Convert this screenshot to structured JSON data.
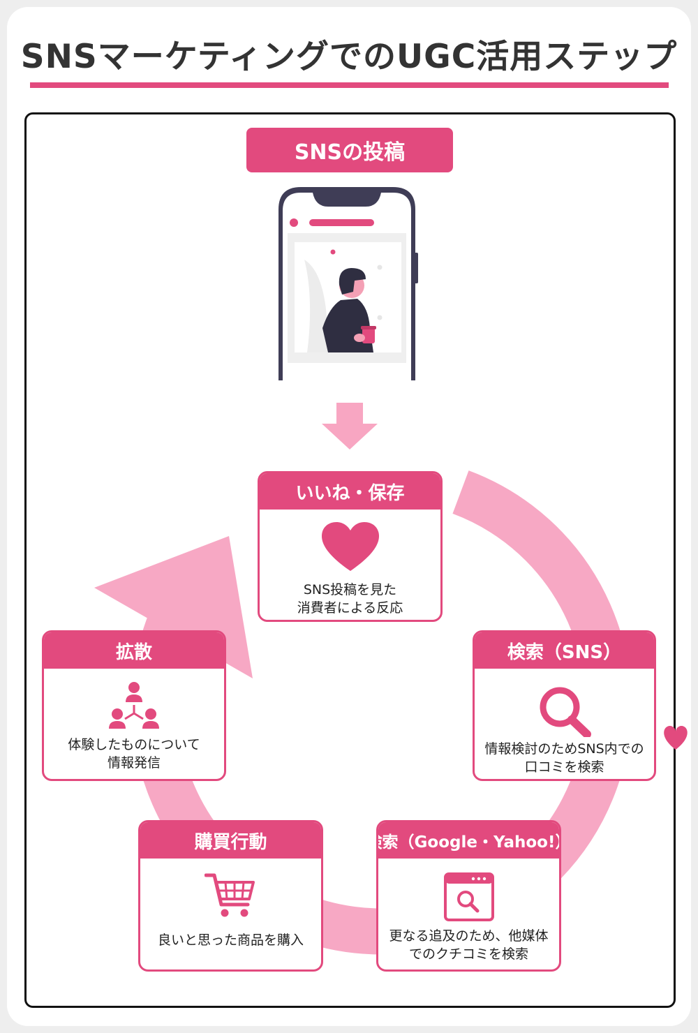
{
  "title": "SNSマーケティングでのUGC活用ステップ",
  "post_label": "SNSの投稿",
  "colors": {
    "accent": "#e24a7e",
    "cycle": "#f7a8c4",
    "arrow": "#f8a6c2",
    "figure": "#2f2e41"
  },
  "steps": [
    {
      "id": "like",
      "heading": "いいね・保存",
      "icon": "heart-icon",
      "lines": [
        "SNS投稿を見た",
        "消費者による反応"
      ]
    },
    {
      "id": "search-sns",
      "heading": "検索（SNS）",
      "icon": "magnifier-icon",
      "lines": [
        "情報検討のためSNS内での",
        "口コミを検索"
      ]
    },
    {
      "id": "search-web",
      "heading": "検索（Google・Yahoo!）",
      "icon": "browser-search-icon",
      "lines": [
        "更なる追及のため、他媒体",
        "でのクチコミを検索"
      ]
    },
    {
      "id": "purchase",
      "heading": "購買行動",
      "icon": "cart-icon",
      "lines": [
        "良いと思った商品を購入"
      ]
    },
    {
      "id": "spread",
      "heading": "拡散",
      "icon": "people-network-icon",
      "lines": [
        "体験したものについて",
        "情報発信"
      ]
    }
  ]
}
